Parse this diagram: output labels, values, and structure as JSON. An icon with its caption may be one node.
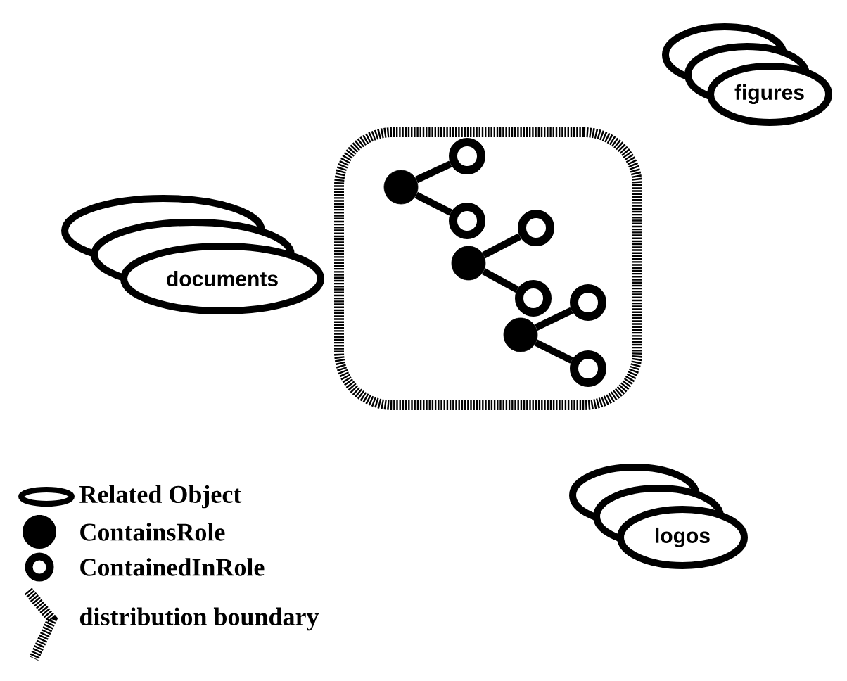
{
  "diagram": {
    "nodes": [
      {
        "text": [],
        "shape": "box"
      },
      {
        "text": [],
        "shape": "disc",
        "in": 0
      },
      {
        "text": [],
        "shape": "ring",
        "in": 0
      },
      {
        "text": [],
        "shape": "ring",
        "in": 0
      },
      {
        "text": [],
        "shape": "disc",
        "in": 0
      },
      {
        "text": [],
        "shape": "ring",
        "in": 0
      },
      {
        "text": [],
        "shape": "ring",
        "in": 0
      },
      {
        "text": [],
        "shape": "disc",
        "in": 0
      },
      {
        "text": [],
        "shape": "ring",
        "in": 0
      },
      {
        "text": [],
        "shape": "ring",
        "in": 0
      },
      {
        "text": [
          "figures"
        ]
      },
      {
        "text": [
          "documents"
        ]
      },
      {
        "text": [
          "logos"
        ]
      }
    ],
    "edges": [
      {
        "from": 1,
        "to": 2,
        "arrow": "none"
      },
      {
        "from": 1,
        "to": 3,
        "arrow": "none"
      },
      {
        "from": 4,
        "to": 5,
        "arrow": "none"
      },
      {
        "from": 4,
        "to": 6,
        "arrow": "none"
      },
      {
        "from": 7,
        "to": 8,
        "arrow": "none"
      },
      {
        "from": 7,
        "to": 9,
        "arrow": "none"
      }
    ],
    "legend": [
      {
        "text": "Related Object"
      },
      {
        "text": "ContainsRole"
      },
      {
        "text": "ContainedInRole"
      },
      {
        "text": "distribution boundary"
      }
    ]
  }
}
